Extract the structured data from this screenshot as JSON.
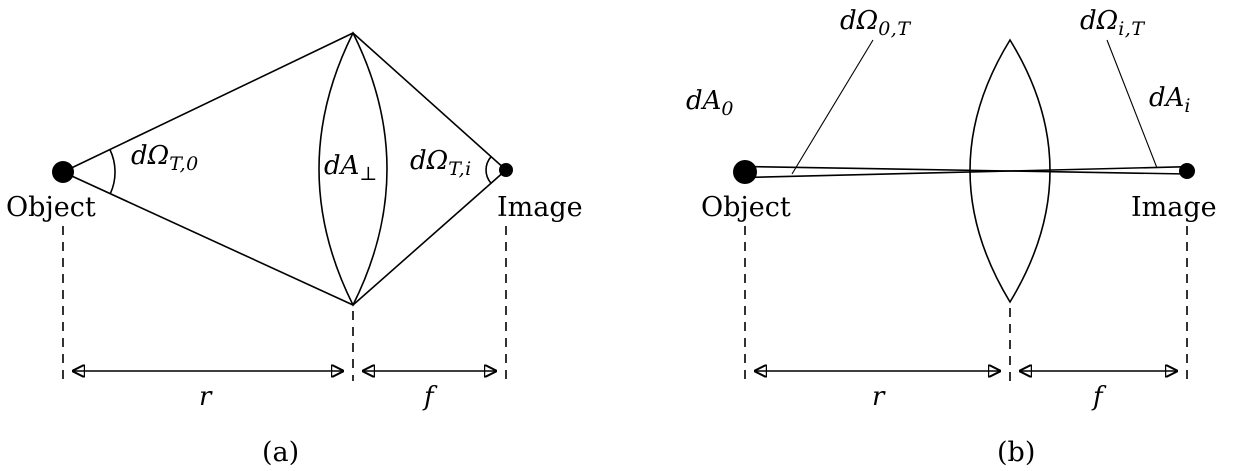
{
  "colors": {
    "background": "#ffffff",
    "line": "#000000",
    "lens_fill": "#d6d6d6"
  },
  "panel_a": {
    "caption": "(a)",
    "object_label": "Object",
    "image_label": "Image",
    "r_label": "r",
    "f_label": "f",
    "solid_angle_object": {
      "main": "dΩ",
      "sub": "T,0"
    },
    "lens_area": {
      "main": "dA",
      "sub": "⊥"
    },
    "solid_angle_image": {
      "main": "dΩ",
      "sub": "T,i"
    }
  },
  "panel_b": {
    "caption": "(b)",
    "object_label": "Object",
    "image_label": "Image",
    "r_label": "r",
    "f_label": "f",
    "object_area": {
      "main": "dA",
      "sub": "0"
    },
    "solid_angle_object": {
      "main": "dΩ",
      "sub": "0,T"
    },
    "solid_angle_image": {
      "main": "dΩ",
      "sub": "i,T"
    },
    "image_area": {
      "main": "dA",
      "sub": "i"
    }
  }
}
